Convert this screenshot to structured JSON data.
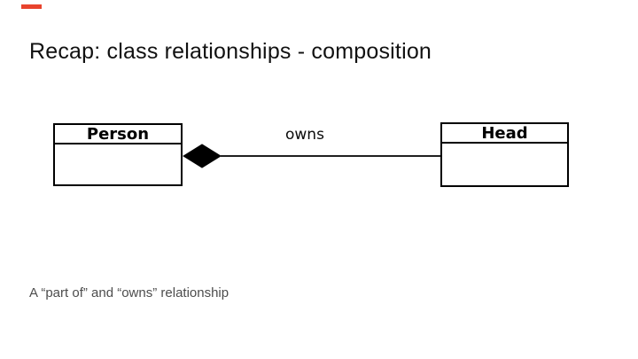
{
  "slide": {
    "title": "Recap: class relationships - composition",
    "caption": "A “part of” and “owns” relationship",
    "accent_dash_color": "#e8432d",
    "background_color": "#ffffff",
    "title_color": "#111111",
    "caption_color": "#4d4d4d"
  },
  "diagram": {
    "type": "uml-class-diagram",
    "relationship": {
      "kind": "composition",
      "label": "owns",
      "owner": "Person",
      "part": "Head",
      "diamond_color": "#000000",
      "line_color": "#000000"
    },
    "classes": [
      {
        "name": "Person",
        "attributes": []
      },
      {
        "name": "Head",
        "attributes": []
      }
    ]
  }
}
